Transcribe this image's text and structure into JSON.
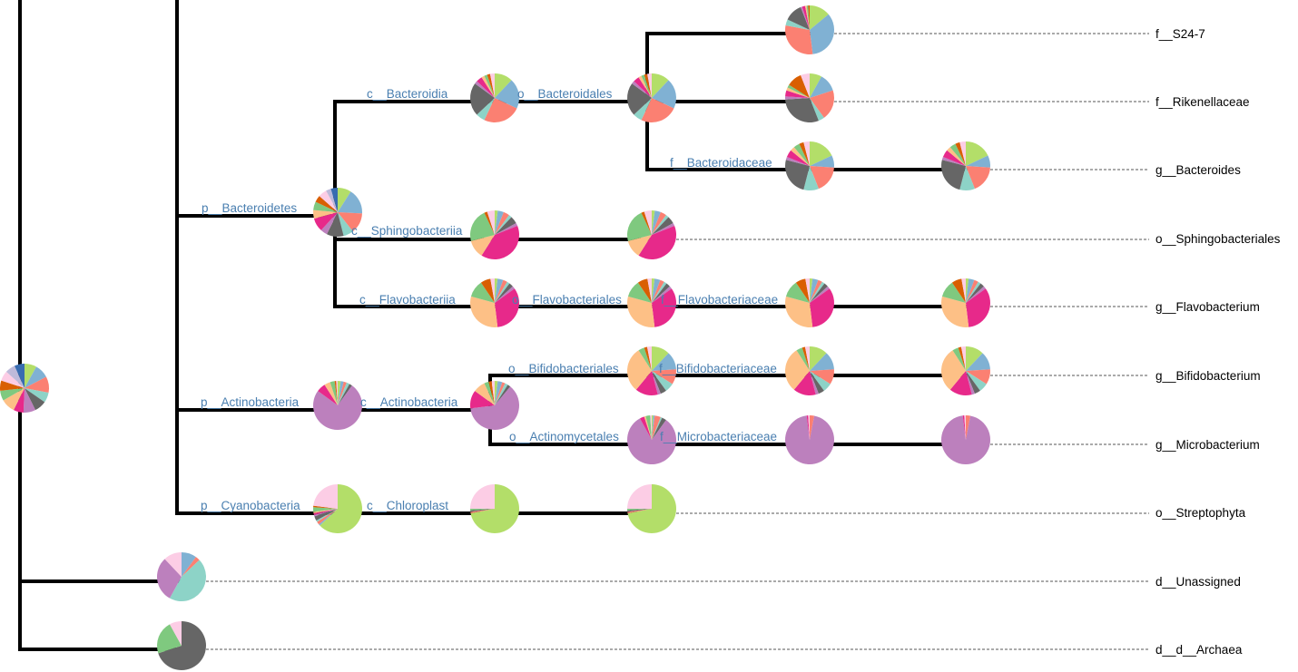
{
  "palette": [
    "#b3de69",
    "#80b1d3",
    "#fb8072",
    "#8dd3c7",
    "#666666",
    "#bc80bd",
    "#e7298a",
    "#fdc086",
    "#7fc97f",
    "#d95f02",
    "#fccde5",
    "#bebada",
    "#386cb0",
    "#ffed6f",
    "#a6761d",
    "#e31a1c"
  ],
  "nodes": {
    "root": {
      "label": "",
      "pie": [
        6,
        7,
        8,
        5,
        6,
        6,
        5,
        7,
        5,
        5,
        5,
        5,
        5
      ]
    },
    "p_bacteroidetes": {
      "label": "p__Bacteroidetes",
      "pie": [
        8,
        15,
        12,
        6,
        10,
        4,
        8,
        5,
        5,
        4,
        5,
        3,
        4
      ]
    },
    "c_bacteroidia": {
      "label": "c__Bacteroidia",
      "pie": [
        12,
        20,
        25,
        6,
        22,
        2,
        4,
        2,
        2,
        2,
        3
      ]
    },
    "o_bacteroidales": {
      "label": "o__Bacteroidales",
      "pie": [
        12,
        20,
        25,
        6,
        22,
        2,
        4,
        2,
        2,
        2,
        3
      ]
    },
    "f_bacteroidaceae": {
      "label": "f__Bacteroidaceae",
      "pie": [
        18,
        8,
        18,
        10,
        25,
        2,
        5,
        3,
        4,
        3,
        4
      ]
    },
    "c_sphingobacteriia": {
      "label": "c__Sphingobacteriia",
      "pie": [
        2,
        4,
        4,
        2,
        5,
        2,
        40,
        12,
        22,
        2,
        5
      ]
    },
    "c_flavobacteriia": {
      "label": "c__Flavobacteriia",
      "pie": [
        2,
        4,
        3,
        2,
        3,
        2,
        35,
        33,
        12,
        7,
        3
      ]
    },
    "o_flavobacteriales": {
      "label": "o__Flavobacteriales",
      "pie": [
        2,
        4,
        3,
        2,
        3,
        2,
        35,
        33,
        12,
        7,
        3
      ]
    },
    "f_flavobacteriaceae": {
      "label": "f__Flavobacteriaceae",
      "pie": [
        2,
        4,
        3,
        2,
        3,
        2,
        35,
        33,
        12,
        7,
        3
      ]
    },
    "p_actinobacteria": {
      "label": "p__Actinobacteria",
      "pie": [
        2,
        2,
        2,
        2,
        2,
        75,
        6,
        4,
        3,
        1,
        1
      ]
    },
    "c_actinobacteria": {
      "label": "c__Actinobacteria",
      "pie": [
        2,
        3,
        2,
        2,
        2,
        62,
        12,
        8,
        3,
        2,
        2
      ]
    },
    "o_bifidobacteriales": {
      "label": "o__Bifidobacteriales",
      "pie": [
        12,
        12,
        10,
        6,
        4,
        2,
        15,
        30,
        4,
        2,
        3
      ]
    },
    "f_bifidobacteriaceae": {
      "label": "f__Bifidobacteriaceae",
      "pie": [
        12,
        12,
        10,
        6,
        4,
        2,
        15,
        30,
        4,
        2,
        3
      ]
    },
    "o_actinomycetales": {
      "label": "o__Actinomycetales",
      "pie": [
        1,
        1,
        4,
        1,
        3,
        82,
        3,
        1,
        3,
        0,
        1
      ]
    },
    "f_microbacteriaceae": {
      "label": "f__Microbacteriaceae",
      "pie": [
        0,
        0,
        3,
        0,
        0,
        95,
        1,
        0,
        0,
        0,
        1
      ]
    },
    "p_cyanobacteria": {
      "label": "p__Cyanobacteria",
      "pie": [
        63,
        1,
        2,
        1,
        3,
        1,
        1,
        1,
        3,
        1,
        23
      ]
    },
    "c_chloroplast": {
      "label": "c__Chloroplast",
      "pie": [
        72,
        0,
        1,
        0,
        1,
        0,
        0,
        0,
        1,
        0,
        25
      ]
    },
    "tip_s24_7": {
      "label": "f__S24-7",
      "pie": [
        14,
        34,
        30,
        4,
        12,
        1,
        2,
        1,
        1,
        1
      ]
    },
    "tip_rikenellaceae": {
      "label": "f__Rikenellaceae",
      "pie": [
        8,
        12,
        20,
        4,
        30,
        2,
        4,
        2,
        2,
        10,
        6
      ]
    },
    "tip_bacteroides": {
      "label": "g__Bacteroides",
      "pie": [
        18,
        8,
        18,
        10,
        25,
        2,
        5,
        3,
        4,
        3,
        4
      ]
    },
    "tip_sphingobacteriales": {
      "label": "o__Sphingobacteriales",
      "pie": [
        2,
        4,
        4,
        2,
        5,
        2,
        40,
        12,
        22,
        2,
        5
      ]
    },
    "tip_flavobacterium": {
      "label": "g__Flavobacterium",
      "pie": [
        2,
        4,
        3,
        2,
        3,
        2,
        35,
        33,
        12,
        7,
        3
      ]
    },
    "tip_bifidobacterium": {
      "label": "g__Bifidobacterium",
      "pie": [
        12,
        12,
        10,
        6,
        4,
        2,
        15,
        30,
        4,
        2,
        3
      ]
    },
    "tip_microbacterium": {
      "label": "g__Microbacterium",
      "pie": [
        0,
        0,
        3,
        0,
        0,
        95,
        1,
        0,
        0,
        0,
        1
      ]
    },
    "tip_streptophyta": {
      "label": "o__Streptophyta",
      "pie": [
        72,
        0,
        1,
        0,
        1,
        0,
        0,
        0,
        1,
        0,
        25
      ]
    },
    "tip_unassigned": {
      "label": "d__Unassigned",
      "pie": [
        0,
        10,
        3,
        45,
        0,
        30,
        0,
        0,
        0,
        0,
        12
      ]
    },
    "tip_archaea": {
      "label": "d__d__Archaea",
      "pie": [
        0,
        0,
        0,
        0,
        70,
        0,
        0,
        0,
        22,
        0,
        8
      ]
    }
  }
}
